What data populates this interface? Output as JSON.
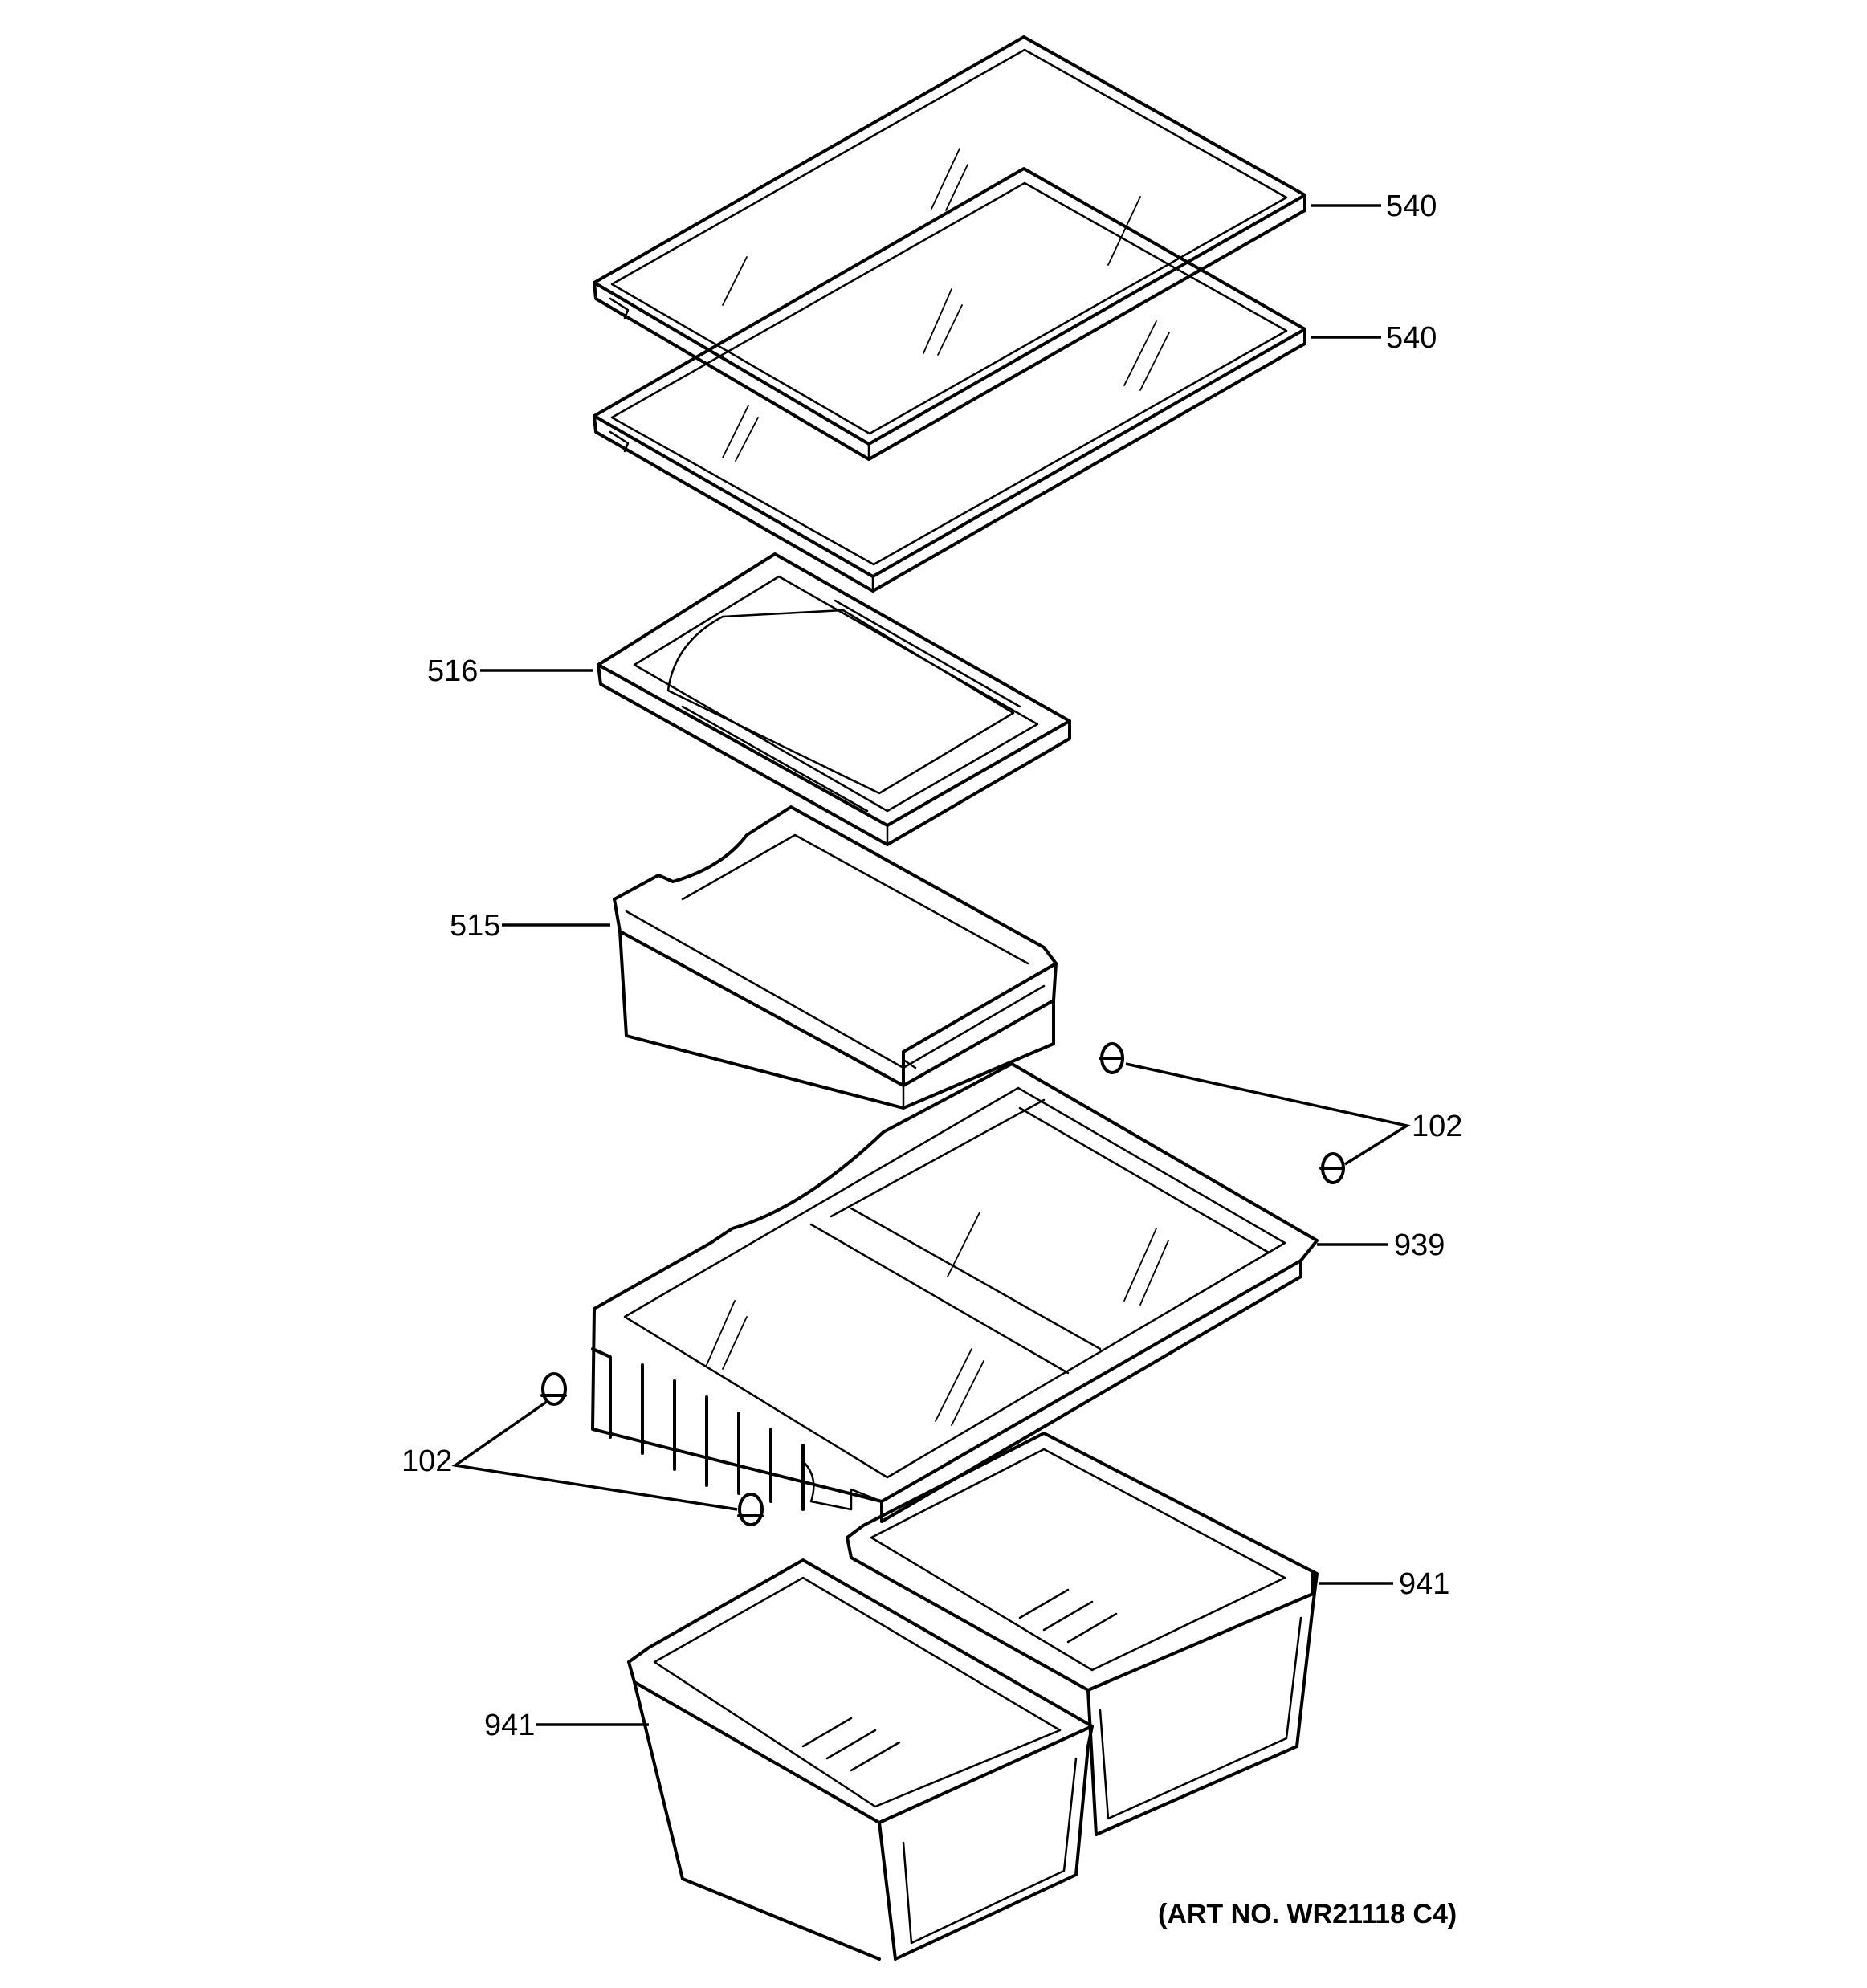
{
  "diagram": {
    "art_number": "(ART NO. WR21118 C4)",
    "callouts": {
      "shelf_top": "540",
      "shelf_second": "540",
      "pan_cover": "516",
      "pan": "515",
      "bin_support": "939",
      "wheel_right": "102",
      "wheel_left": "102",
      "drawer_right": "941",
      "drawer_left": "941"
    }
  }
}
